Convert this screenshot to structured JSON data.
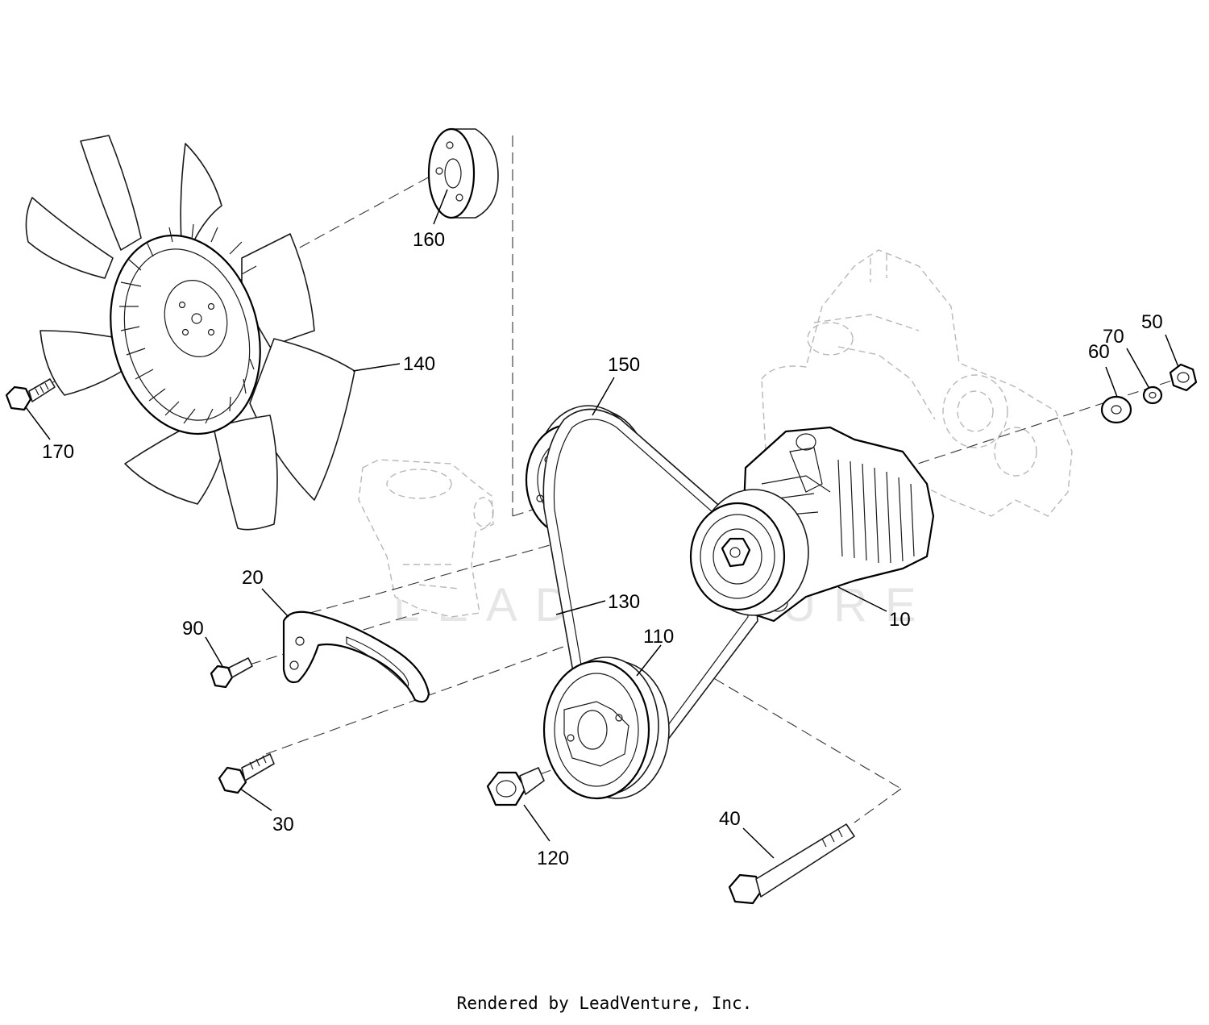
{
  "watermark": "LEADVENTURE",
  "footer": "Rendered by LeadVenture, Inc.",
  "callouts": [
    {
      "id": "160",
      "label": "160"
    },
    {
      "id": "140",
      "label": "140"
    },
    {
      "id": "170",
      "label": "170"
    },
    {
      "id": "150",
      "label": "150"
    },
    {
      "id": "60",
      "label": "60"
    },
    {
      "id": "70",
      "label": "70"
    },
    {
      "id": "50",
      "label": "50"
    },
    {
      "id": "20",
      "label": "20"
    },
    {
      "id": "90",
      "label": "90"
    },
    {
      "id": "130",
      "label": "130"
    },
    {
      "id": "10",
      "label": "10"
    },
    {
      "id": "110",
      "label": "110"
    },
    {
      "id": "30",
      "label": "30"
    },
    {
      "id": "120",
      "label": "120"
    },
    {
      "id": "40",
      "label": "40"
    }
  ]
}
